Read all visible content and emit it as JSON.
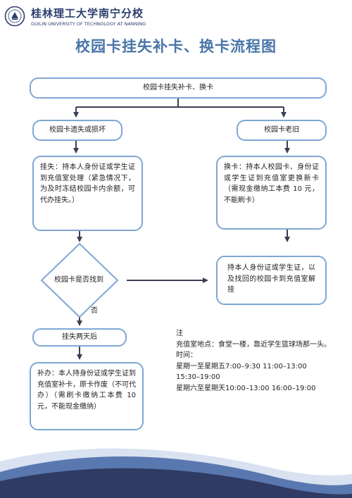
{
  "header": {
    "university_cn": "桂林理工大学南宁分校",
    "university_en": "GUILIN UNIVERSITY OF TECHNOLOGY AT NANNING",
    "title": "校园卡挂失补卡、换卡流程图"
  },
  "flow": {
    "top": "校园卡挂失补卡、换卡",
    "left_branch": "校园卡遗失或损坏",
    "right_branch": "校园卡老旧",
    "report_loss": "挂失：持本人身份证或学生证到充值室处理（紧急情况下，为及时冻结校园卡内余额，可代办挂失。）",
    "replace": "换卡：持本人校园卡、身份证或学生证到充值室更换新卡（需现金缴纳工本费 10 元，不能刷卡）",
    "decision": "校园卡是否找到",
    "found": "持本人身份证或学生证，以及找回的校园卡到充值室解挂",
    "no_label": "否",
    "after_two_days": "挂失两天后",
    "reissue": "补办：本人持身份证或学生证到充值室补卡，原卡作废（不可代办）（需刷卡缴纳工本费 10 元，不能现金缴纳）"
  },
  "note": {
    "heading": "注",
    "location": "充值室地点：食堂一楼，靠近学生篮球场那一头。",
    "time_label": "时间：",
    "weekday_1": "星期一至星期五7:00–9:30 11:00–13:00",
    "weekday_2": "15:30–19:00",
    "weekend": "星期六至星期天10:00–13:00 16:00–19:00"
  },
  "colors": {
    "box_border": "#7fa7d3",
    "arrow": "#3a3f52",
    "title": "#4a76a8",
    "wave_dark": "#2f3b63",
    "wave_light": "#5a78b0"
  }
}
